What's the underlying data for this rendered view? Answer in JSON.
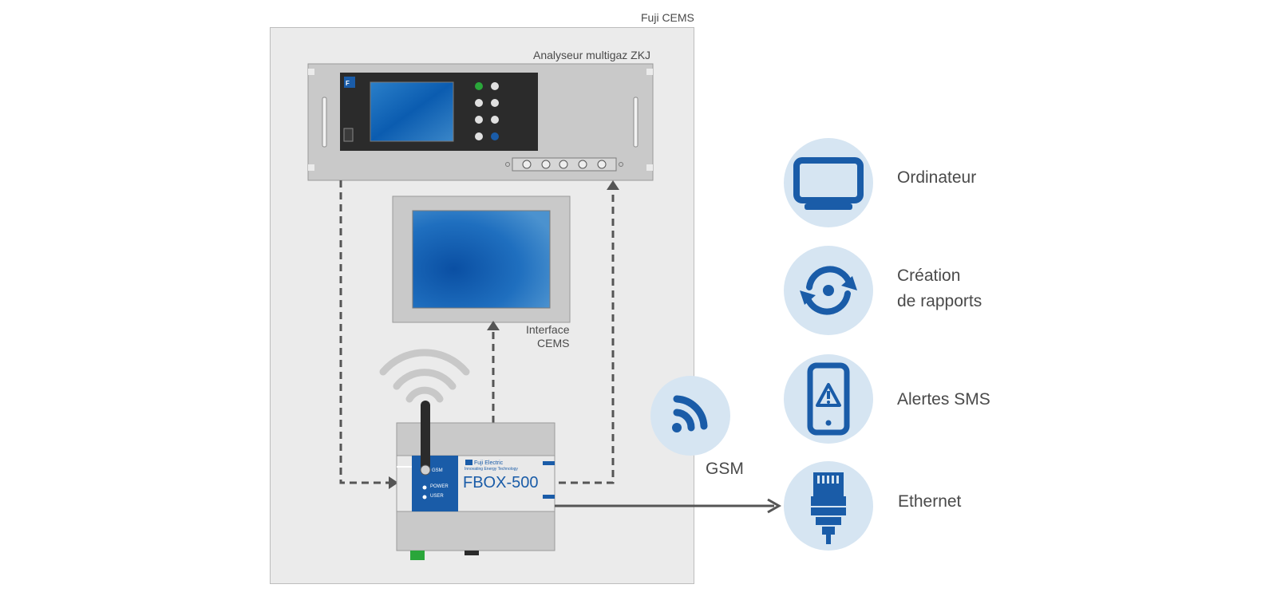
{
  "diagram": {
    "cabinet_label": "Fuji CEMS",
    "analyzer_label": "Analyseur multigaz ZKJ",
    "interface_label_line1": "Interface",
    "interface_label_line2": "CEMS",
    "fbox": {
      "brand": "Fuji Electric",
      "tagline": "Innovating Energy Technology",
      "model": "FBOX-500",
      "led_gsm": "GSM",
      "led_power": "POWER",
      "led_user": "USER"
    },
    "gsm_label": "GSM"
  },
  "services": [
    {
      "icon": "monitor-icon",
      "label_line1": "Ordinateur",
      "label_line2": ""
    },
    {
      "icon": "refresh-report-icon",
      "label_line1": "Création",
      "label_line2": "de rapports"
    },
    {
      "icon": "phone-alert-icon",
      "label_line1": "Alertes SMS",
      "label_line2": ""
    },
    {
      "icon": "ethernet-plug-icon",
      "label_line1": "Ethernet",
      "label_line2": ""
    }
  ],
  "colors": {
    "brand_blue": "#1a5ca8",
    "icon_circle": "#d6e5f2",
    "cabinet_bg": "#ebebeb",
    "arrow_gray": "#555555"
  }
}
